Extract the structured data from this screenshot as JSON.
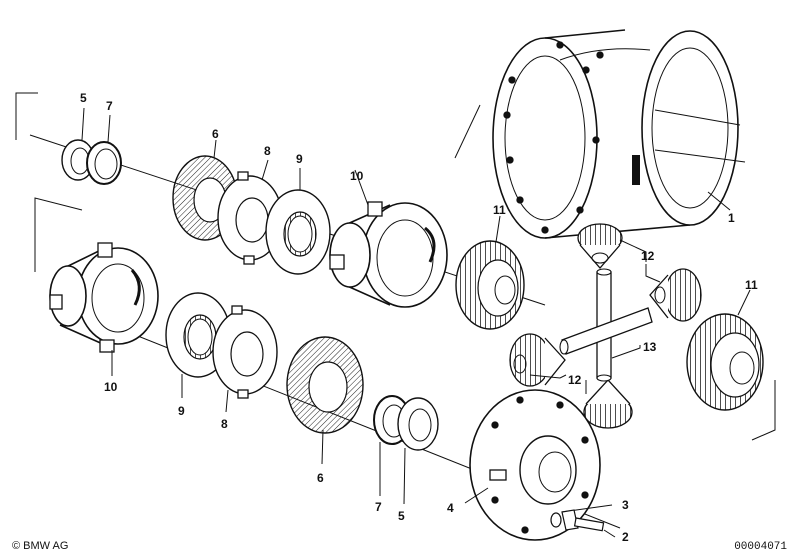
{
  "labels": {
    "p1": "1",
    "p2": "2",
    "p3": "3",
    "p4": "4",
    "p5a": "5",
    "p5b": "5",
    "p6a": "6",
    "p6b": "6",
    "p7a": "7",
    "p7b": "7",
    "p8a": "8",
    "p8b": "8",
    "p9a": "9",
    "p9b": "9",
    "p10a": "10",
    "p10b": "10",
    "p11a": "11",
    "p11b": "11",
    "p12a": "12",
    "p12b": "12",
    "p13": "13"
  },
  "footer": {
    "copyright": "© BMW AG",
    "diagram_number": "00004071"
  }
}
